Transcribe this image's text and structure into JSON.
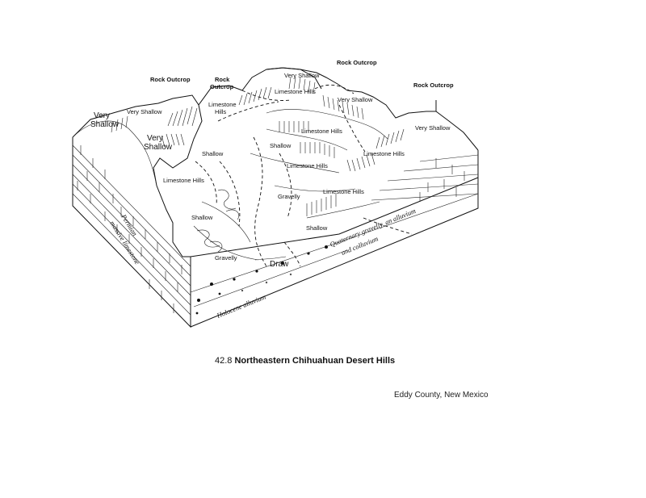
{
  "figure": {
    "caption_number": "42.8",
    "caption_title": "Northeastern Chihuahuan Desert Hills",
    "location": "Eddy County, New Mexico"
  },
  "labels": {
    "rock_outcrop_left": "Rock Outcrop",
    "rock_outcrop_center": "Rock\nOutcrop",
    "rock_outcrop_top": "Rock Outcrop",
    "rock_outcrop_right": "Rock Outcrop",
    "very_shallow_big": "Very\nShallow",
    "very_shallow_left": "Very Shallow",
    "very_shallow_mid": "Very\nShallow",
    "very_shallow_top": "Very Shallow",
    "very_shallow_top2": "Very Shallow",
    "very_shallow_right": "Very Shallow",
    "limestone_hills_center": "Limestone\nHills",
    "limestone_hills_top": "Limestone Hills",
    "limestone_hills_left": "Limestone Hills",
    "limestone_hills_mid": "Limestone Hills",
    "limestone_hills_mid2": "Limestone Hills",
    "limestone_hills_right": "Limestone Hills",
    "limestone_hills_low": "Limestone Hills",
    "shallow_1": "Shallow",
    "shallow_2": "Shallow",
    "shallow_3": "Shallow",
    "shallow_4": "Shallow",
    "gravelly_1": "Gravelly",
    "gravelly_2": "Gravelly",
    "draw": "Draw",
    "permian": "Permian\nmassive limestone",
    "quaternary": "Quaternary gravelly, an alluvium\nand colluvium",
    "holocene": "Holocene alluvium"
  }
}
